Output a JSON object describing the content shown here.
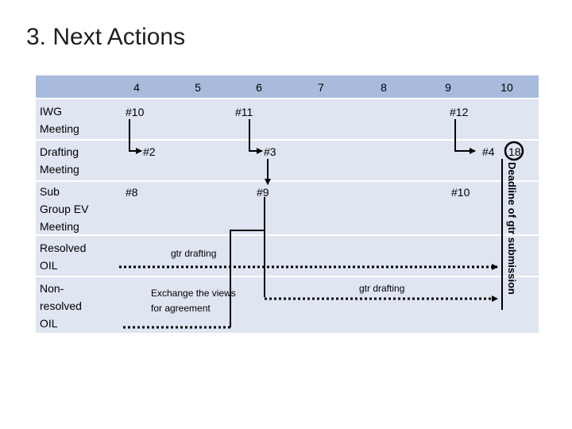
{
  "title": "3. Next Actions",
  "columns": [
    "4",
    "5",
    "6",
    "7",
    "8",
    "9",
    "10"
  ],
  "rows": [
    {
      "label": "IWG\nMeeting"
    },
    {
      "label": "Drafting\nMeeting"
    },
    {
      "label": "Sub\nGroup EV\nMeeting"
    },
    {
      "label": "Resolved\nOIL"
    },
    {
      "label": "Non-\nresolved\nOIL"
    }
  ],
  "markers": {
    "iwg_10": "#10",
    "iwg_11": "#11",
    "iwg_12": "#12",
    "draft_2": "#2",
    "draft_3": "#3",
    "draft_4": "#4",
    "sub_8": "#8",
    "sub_9": "#9",
    "sub_10": "#10"
  },
  "activities": {
    "gtr_drafting_resolved": "gtr drafting",
    "exchange_views": "Exchange the views\nfor agreement",
    "gtr_drafting_nonresolved": "gtr drafting"
  },
  "deadline": {
    "day": "18",
    "label": "Deadline of gtr submission"
  },
  "colors": {
    "header": "#a8bbdc",
    "row": "#dfe5f1",
    "arrow": "#000000"
  }
}
